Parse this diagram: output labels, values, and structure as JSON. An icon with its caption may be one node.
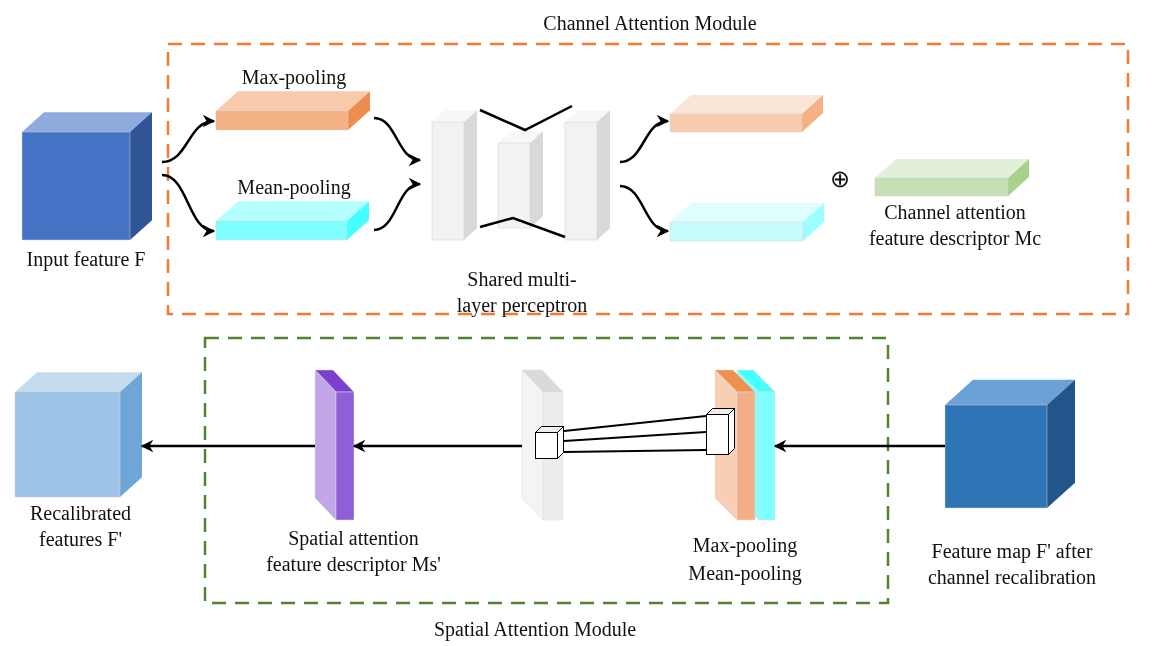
{
  "diagram": {
    "nodes": [
      {
        "text": [
          "Channel Attention Module"
        ]
      },
      {
        "text": [
          "Input feature F"
        ]
      },
      {
        "text": [
          "Max-pooling"
        ],
        "in": 0
      },
      {
        "text": [
          "Mean-pooling"
        ],
        "in": 0
      },
      {
        "text": [
          "Shared multi- layer perceptron"
        ],
        "in": 0
      },
      {
        "text": [],
        "shape": "box",
        "in": 0
      },
      {
        "text": [],
        "shape": "box",
        "in": 0
      },
      {
        "text": [
          "Channel attention feature descriptor Mc"
        ],
        "in": 0
      },
      {
        "text": [
          "Spatial Attention Module"
        ]
      },
      {
        "text": [
          "Recalibrated features F'"
        ]
      },
      {
        "text": [
          "Spatial attention feature descriptor Ms'"
        ],
        "in": 8
      },
      {
        "text": [],
        "shape": "box",
        "in": 8
      },
      {
        "text": [],
        "shape": "box",
        "in": 8
      },
      {
        "text": [
          "Max-pooling",
          "Mean-pooling"
        ],
        "in": 8
      },
      {
        "text": [],
        "shape": "box",
        "in": 13
      },
      {
        "text": [
          "Feature map F' after channel recalibration"
        ]
      }
    ],
    "edges": [
      {
        "from": 1,
        "to": 2,
        "arrow": "to"
      },
      {
        "from": 1,
        "to": 3,
        "arrow": "to"
      },
      {
        "from": 2,
        "to": 4,
        "arrow": "to"
      },
      {
        "from": 3,
        "to": 4,
        "arrow": "to"
      },
      {
        "from": 4,
        "to": 5,
        "arrow": "to"
      },
      {
        "from": 4,
        "to": 6,
        "arrow": "to"
      },
      {
        "from": 15,
        "to": 13,
        "arrow": "to"
      },
      {
        "from": 11,
        "to": 10,
        "arrow": "to"
      },
      {
        "from": 10,
        "to": 9,
        "arrow": "to"
      },
      {
        "from": 14,
        "to": 12,
        "arrow": "none"
      },
      {
        "from": 14,
        "to": 12,
        "arrow": "none"
      },
      {
        "from": 14,
        "to": 12,
        "arrow": "none"
      }
    ],
    "labels": [
      "⊕"
    ]
  }
}
